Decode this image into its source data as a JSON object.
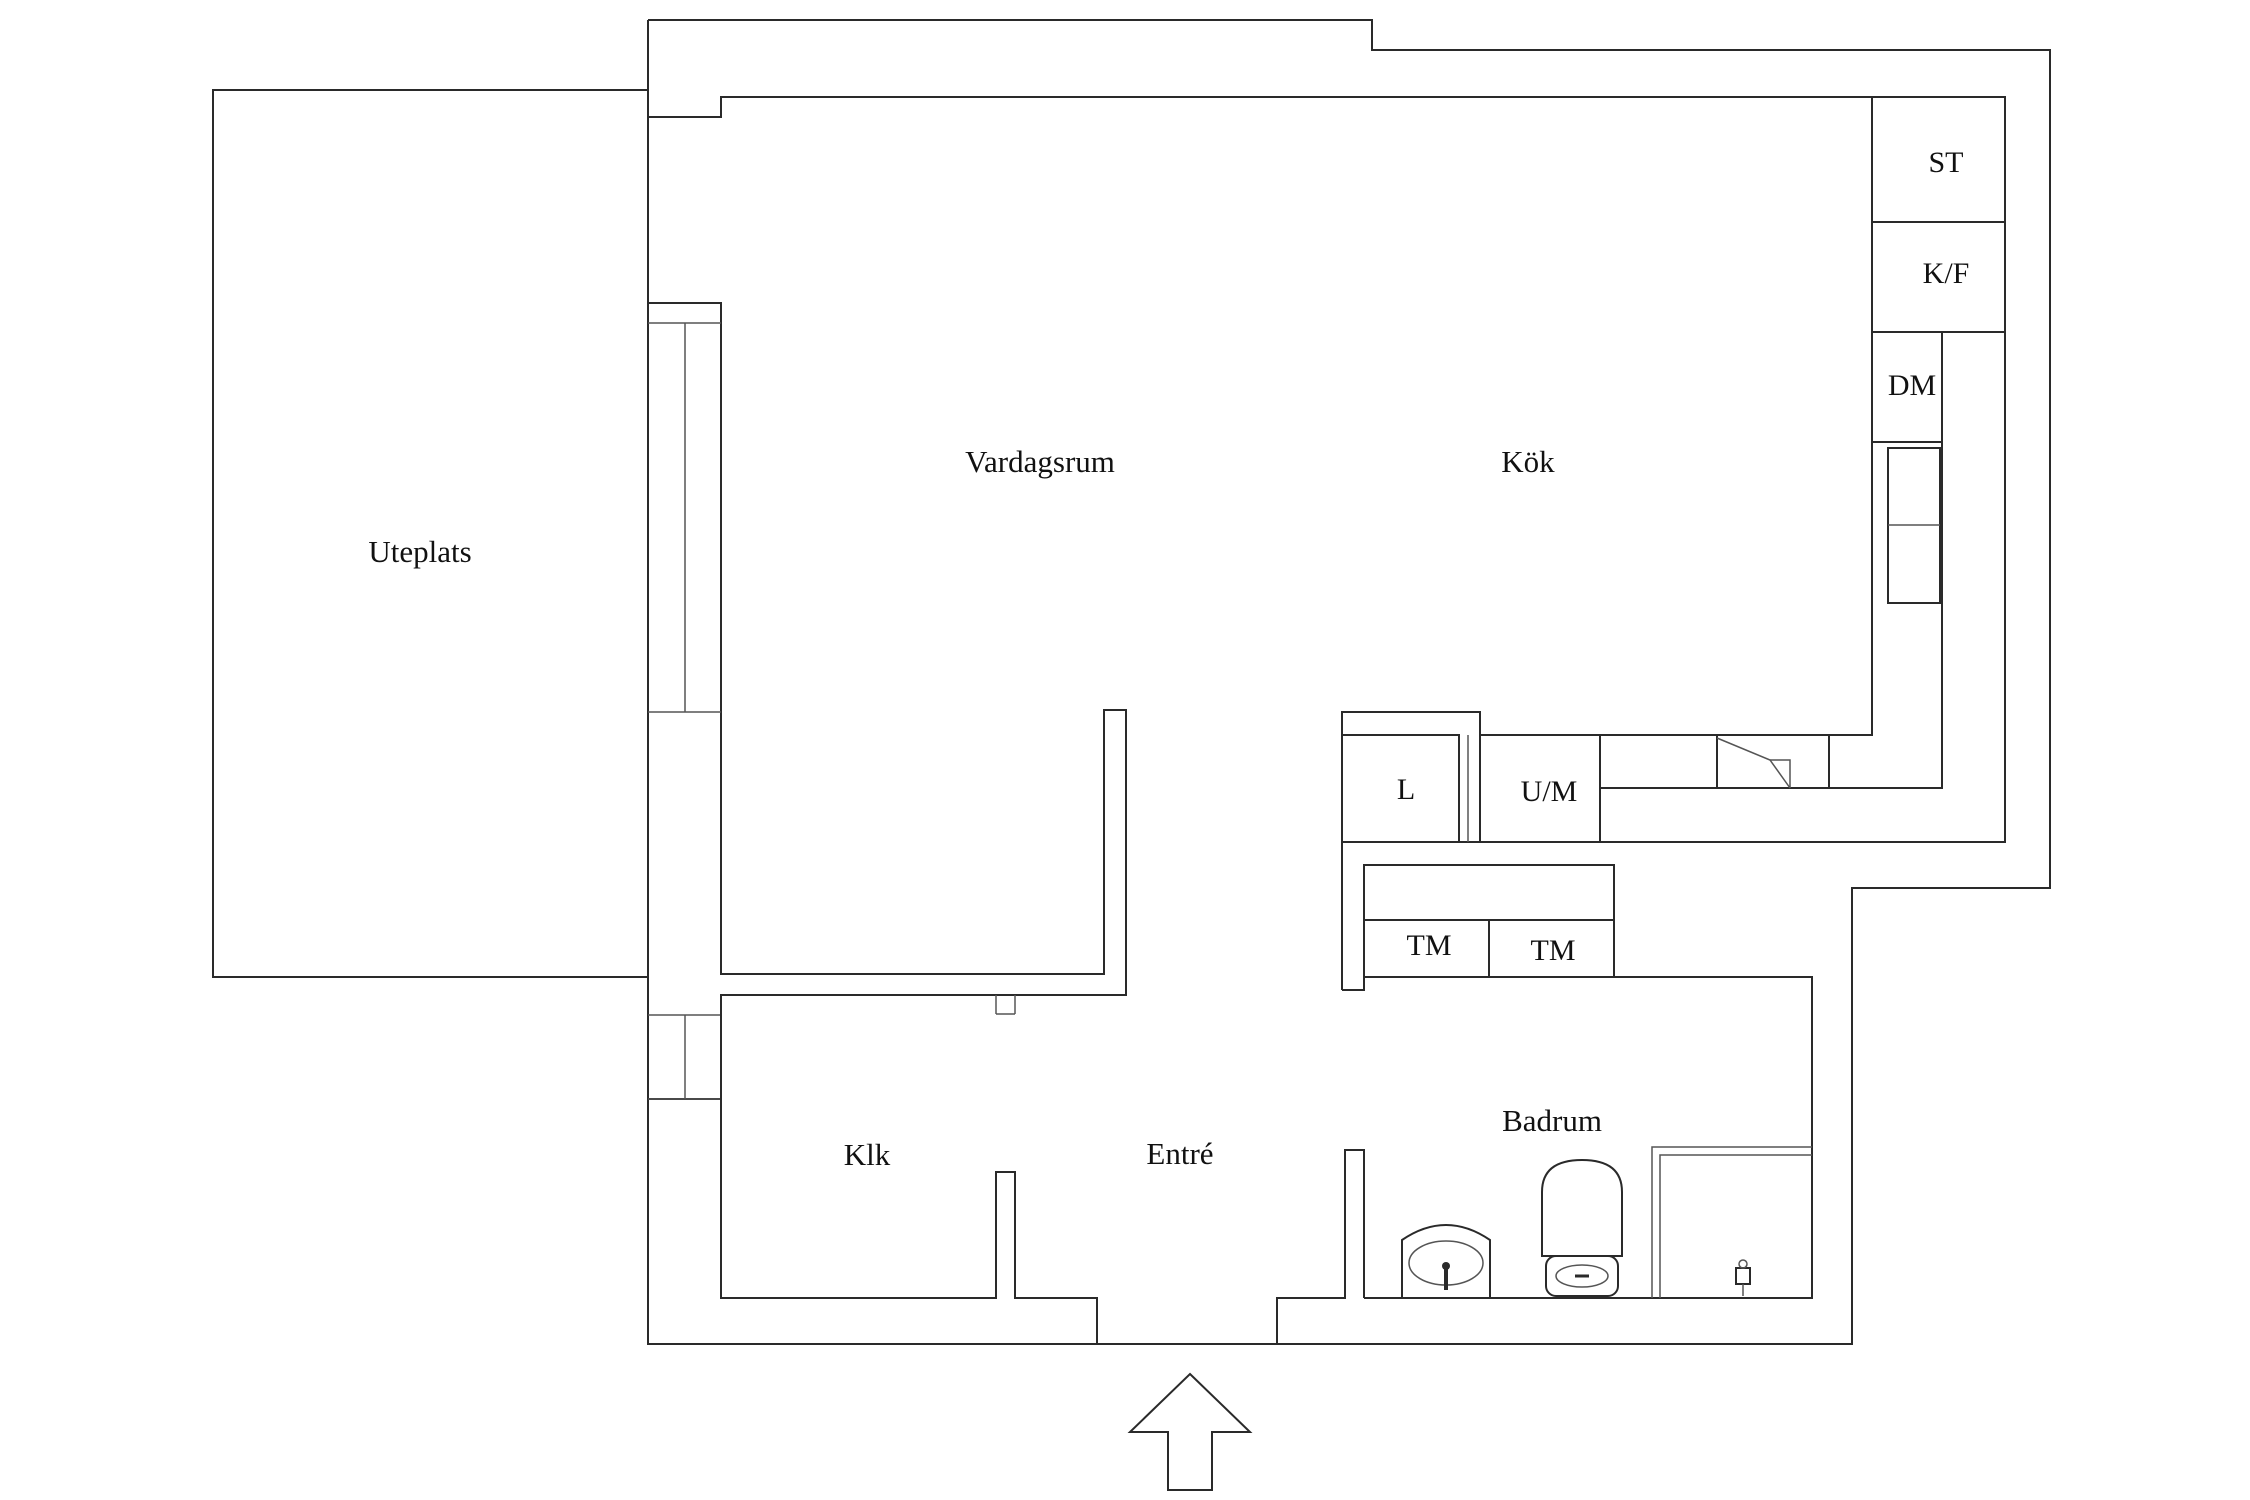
{
  "rooms": {
    "uteplats": "Uteplats",
    "vardagsrum": "Vardagsrum",
    "kok": "Kök",
    "klk": "Klk",
    "entre": "Entré",
    "badrum": "Badrum"
  },
  "appliances": {
    "st": "ST",
    "kf": "K/F",
    "dm": "DM",
    "l": "L",
    "um": "U/M",
    "tm1": "TM",
    "tm2": "TM"
  }
}
